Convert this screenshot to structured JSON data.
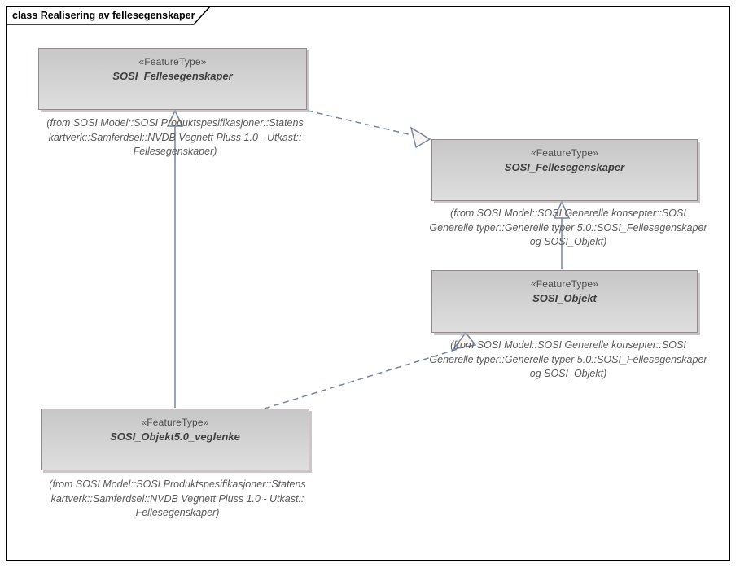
{
  "diagram": {
    "title": "class Realisering av fellesegenskaper",
    "type": "UML class diagram (realization of common attributes)",
    "colors": {
      "box_fill_top": "#c7c7c7",
      "box_fill_bottom": "#dedede",
      "box_border": "#9a8888",
      "connector": "#7485a4",
      "arrowhead_fill": "#fbf5ef",
      "note_text": "#595959",
      "frame_border": "#000000"
    }
  },
  "boxes": [
    {
      "stereotype": "«FeatureType»",
      "name": "SOSI_Fellesegenskaper",
      "note_lines": [
        "(from SOSI Model::SOSI Produktspesifikasjoner::Statens",
        "kartverk::Samferdsel::NVDB Vegnett Pluss 1.0 - Utkast::",
        "Fellesegenskaper)"
      ]
    },
    {
      "stereotype": "«FeatureType»",
      "name": "SOSI_Fellesegenskaper",
      "note_lines": [
        "(from SOSI Model::SOSI Generelle konsepter::SOSI",
        "Generelle typer::Generelle typer 5.0::SOSI_Fellesegenskaper",
        "og SOSI_Objekt)"
      ]
    },
    {
      "stereotype": "«FeatureType»",
      "name": "SOSI_Objekt",
      "note_lines": [
        "(from SOSI Model::SOSI Generelle konsepter::SOSI",
        "Generelle typer::Generelle typer 5.0::SOSI_Fellesegenskaper",
        "og SOSI_Objekt)"
      ]
    },
    {
      "stereotype": "«FeatureType»",
      "name": "SOSI_Objekt5.0_veglenke",
      "note_lines": [
        "(from SOSI Model::SOSI Produktspesifikasjoner::Statens",
        "kartverk::Samferdsel::NVDB Vegnett Pluss 1.0 - Utkast::",
        "Fellesegenskaper)"
      ]
    }
  ],
  "connectors": [
    {
      "type": "generalization",
      "style": "solid",
      "from": "SOSI_Objekt5.0_veglenke",
      "to": "SOSI_Fellesegenskaper (NVDB Vegnett Pluss)"
    },
    {
      "type": "realization",
      "style": "dashed",
      "from": "SOSI_Fellesegenskaper (NVDB Vegnett Pluss)",
      "to": "SOSI_Fellesegenskaper (Generelle typer 5.0)"
    },
    {
      "type": "generalization",
      "style": "solid",
      "from": "SOSI_Objekt",
      "to": "SOSI_Fellesegenskaper (Generelle typer 5.0)"
    },
    {
      "type": "realization",
      "style": "dashed",
      "from": "SOSI_Objekt5.0_veglenke",
      "to": "SOSI_Objekt"
    }
  ]
}
